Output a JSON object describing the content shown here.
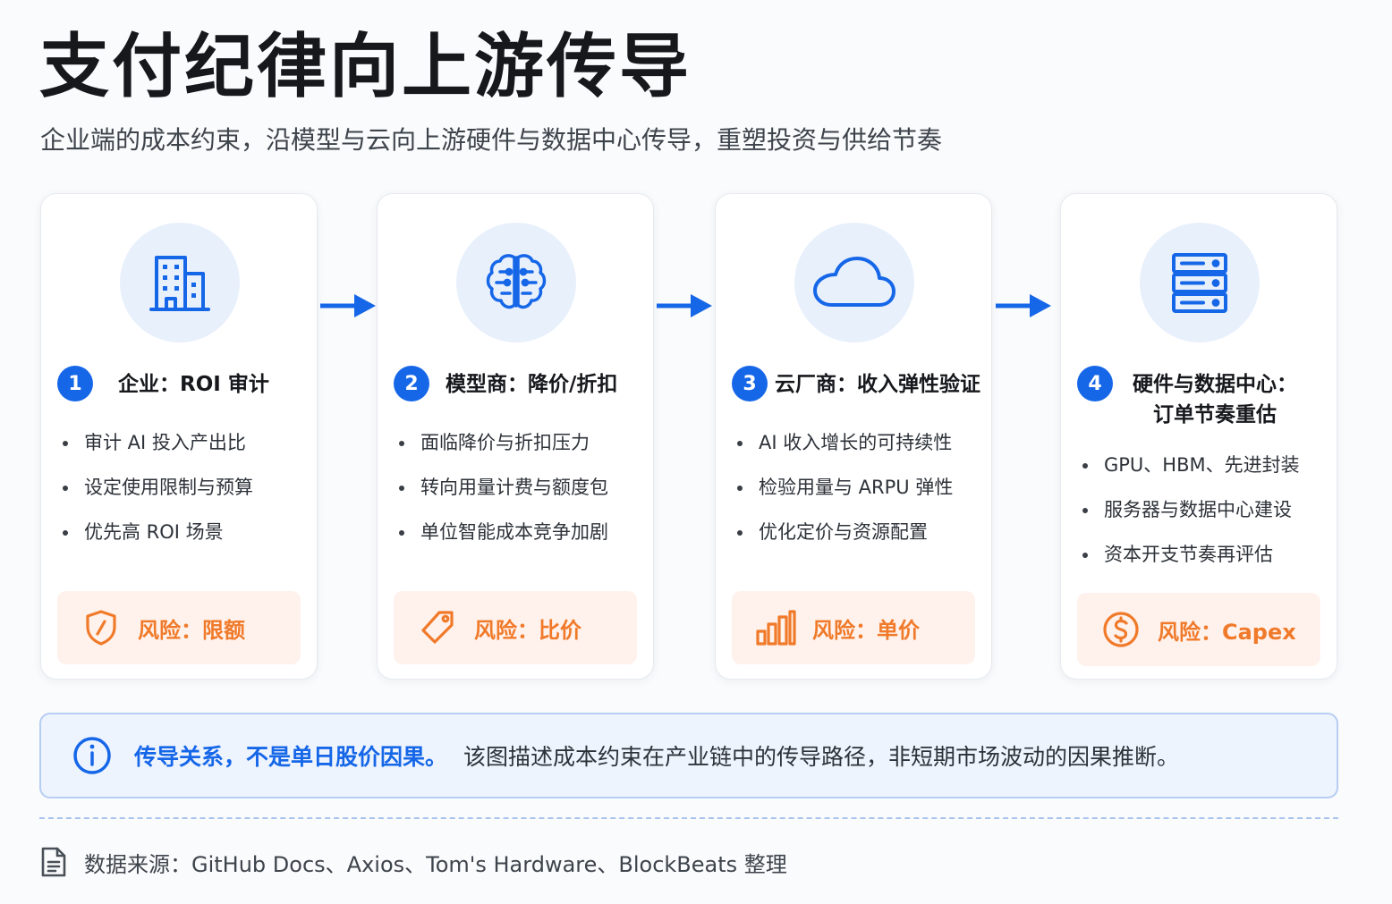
{
  "header": {
    "title": "支付纪律向上游传导",
    "subtitle": "企业端的成本约束，沿模型与云向上游硬件与数据中心传导，重塑投资与供给节奏"
  },
  "colors": {
    "accent": "#1667e8",
    "risk": "#f07a2a",
    "risk_bg": "#fff2ec",
    "icon_bg": "#e8f0fc"
  },
  "cards": [
    {
      "num": "1",
      "title": "企业：ROI 审计",
      "icon": "building-icon",
      "bullets": [
        "审计 AI 投入产出比",
        "设定使用限制与预算",
        "优先高 ROI 场景"
      ],
      "risk_icon": "shield-icon",
      "risk": "风险：限额"
    },
    {
      "num": "2",
      "title": "模型商：降价/折扣",
      "icon": "brain-icon",
      "bullets": [
        "面临降价与折扣压力",
        "转向用量计费与额度包",
        "单位智能成本竞争加剧"
      ],
      "risk_icon": "price-tag-icon",
      "risk": "风险：比价"
    },
    {
      "num": "3",
      "title": "云厂商：收入弹性验证",
      "icon": "cloud-icon",
      "bullets": [
        "AI 收入增长的可持续性",
        "检验用量与 ARPU 弹性",
        "优化定价与资源配置"
      ],
      "risk_icon": "bar-chart-icon",
      "risk": "风险：单价"
    },
    {
      "num": "4",
      "title_line1": "硬件与数据中心：",
      "title_line2": "订单节奏重估",
      "icon": "server-icon",
      "bullets": [
        "GPU、HBM、先进封装",
        "服务器与数据中心建设",
        "资本开支节奏再评估"
      ],
      "risk_icon": "dollar-coin-icon",
      "risk": "风险：Capex"
    }
  ],
  "info": {
    "icon": "info-icon",
    "strong": "传导关系，不是单日股价因果。",
    "text": "该图描述成本约束在产业链中的传导路径，非短期市场波动的因果推断。"
  },
  "source": {
    "icon": "document-icon",
    "text": "数据来源：GitHub Docs、Axios、Tom's Hardware、BlockBeats 整理"
  }
}
